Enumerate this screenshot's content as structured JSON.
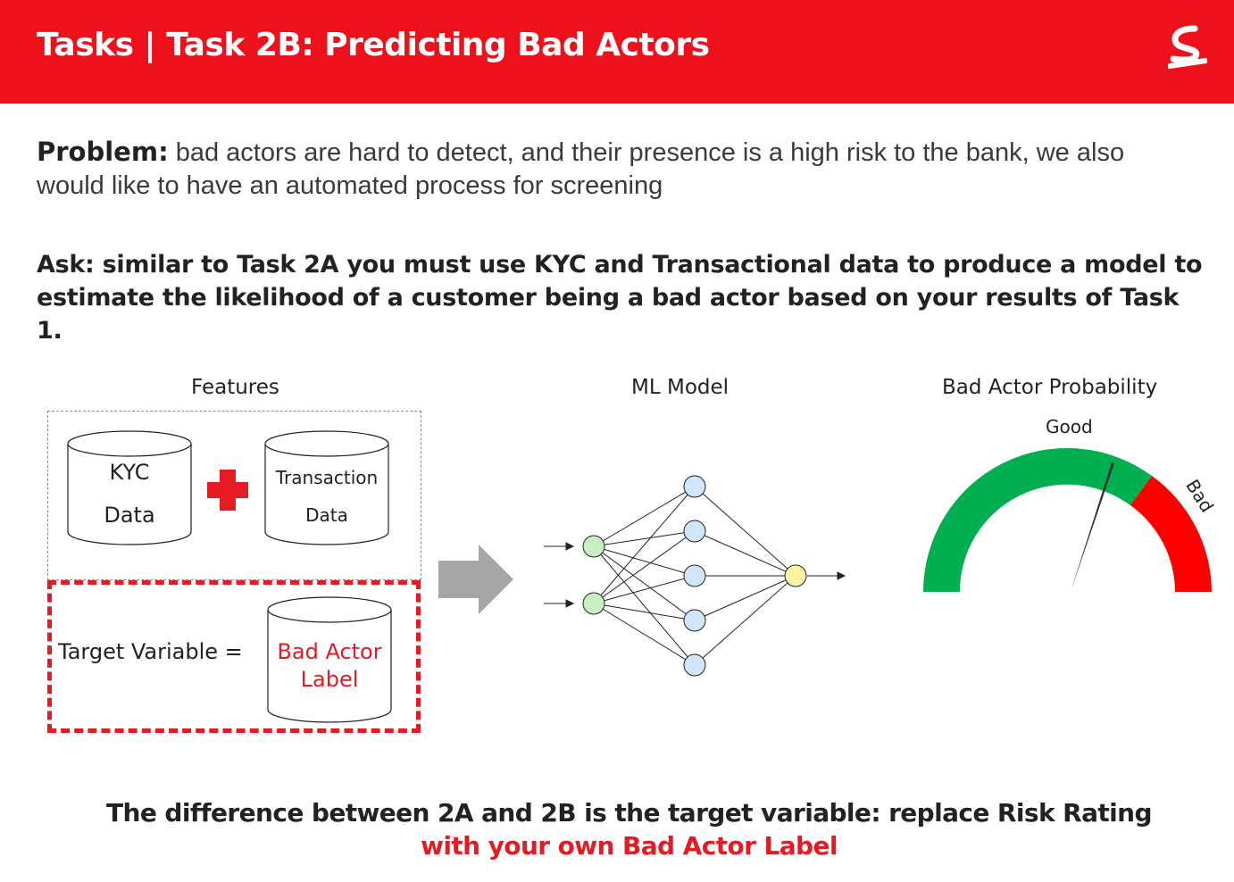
{
  "header": {
    "title": "Tasks | Task 2B: Predicting Bad Actors",
    "logo_icon": "scotiabank-s-logo",
    "brand_color": "#ec111a"
  },
  "problem": {
    "label": "Problem:",
    "text": " bad actors are hard to detect, and their presence is a high risk to the bank, we also would like to have an automated process for screening"
  },
  "ask": {
    "label": "Ask:",
    "text": " similar to Task 2A you must use KYC and Transactional data to produce a model to estimate the likelihood of a customer being a bad actor based on your results of Task 1."
  },
  "diagram": {
    "features": {
      "title": "Features",
      "kyc_line1": "KYC",
      "kyc_line2": "Data",
      "plus_icon": "plus-icon",
      "transaction_line1": "Transaction",
      "transaction_line2": "Data"
    },
    "target": {
      "label": "Target Variable =",
      "db_line1": "Bad Actor",
      "db_line2": "Label",
      "highlight_color": "#e41b23"
    },
    "arrow_icon": "right-arrow-icon",
    "model": {
      "title": "ML Model",
      "network_icon": "neural-network-icon"
    },
    "probability": {
      "title": "Bad Actor Probability",
      "good_label": "Good",
      "bad_label": "Bad",
      "good_color": "#00b050",
      "bad_color": "#ff0000"
    }
  },
  "footer": {
    "line1": "The difference between 2A and 2B is the target variable: replace Risk Rating",
    "line2": "with your own Bad Actor Label"
  }
}
